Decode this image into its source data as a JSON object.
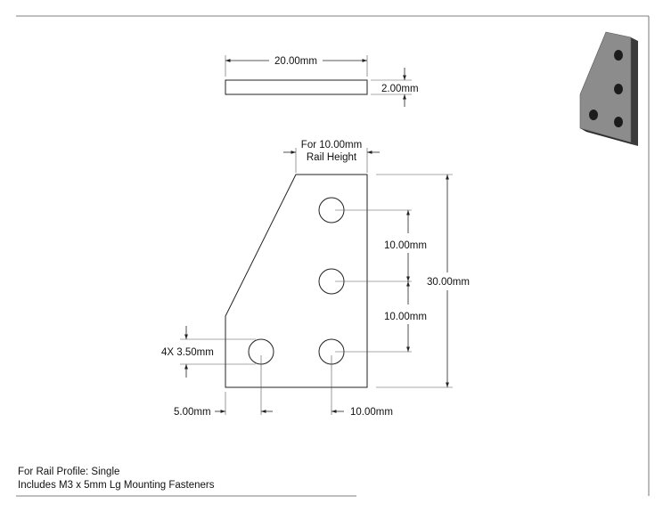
{
  "dimensions": {
    "top_width": "20.00mm",
    "thickness": "2.00mm",
    "rail_height_line1": "For 10.00mm",
    "rail_height_line2": "Rail Height",
    "spacing_upper": "10.00mm",
    "spacing_lower": "10.00mm",
    "overall_height": "30.00mm",
    "hole_diameter": "4X 3.50mm",
    "edge_offset": "5.00mm",
    "hole_pitch": "10.00mm"
  },
  "notes": {
    "rail_profile": "For Rail Profile: Single",
    "fasteners": "Includes M3 x 5mm Lg Mounting Fasteners"
  },
  "colors": {
    "iso_face": "#8c8c8c",
    "iso_side": "#3a3a3a",
    "iso_hole": "#1c1c1c"
  }
}
